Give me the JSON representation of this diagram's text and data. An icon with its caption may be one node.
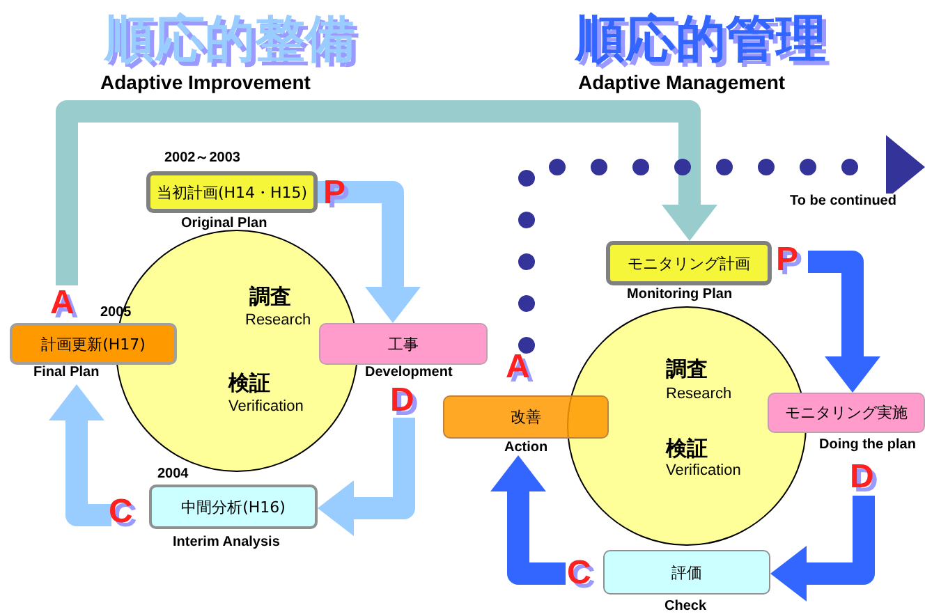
{
  "diagram": {
    "nodes": [
      {
        "text": [
          "調査",
          "Research",
          "検証",
          "Verification"
        ]
      },
      {
        "text": [
          "当初計画(H14・H15)"
        ],
        "beside": [
          "2002～2003",
          "Original Plan",
          "P"
        ]
      },
      {
        "text": [
          "工事"
        ],
        "beside": [
          "Development",
          "D"
        ]
      },
      {
        "text": [
          "中間分析(H16)"
        ],
        "beside": [
          "2004",
          "Interim Analysis",
          "C"
        ]
      },
      {
        "text": [
          "計画更新(H17)"
        ],
        "beside": [
          "2005",
          "Final Plan",
          "A"
        ]
      },
      {
        "text": [
          "調査",
          "Research",
          "検証",
          "Verification"
        ]
      },
      {
        "text": [
          "モニタリング計画"
        ],
        "beside": [
          "Monitoring Plan",
          "P"
        ]
      },
      {
        "text": [
          "モニタリング実施"
        ],
        "beside": [
          "Doing the plan",
          "D"
        ]
      },
      {
        "text": [
          "評価"
        ],
        "beside": [
          "Check",
          "C"
        ]
      },
      {
        "text": [
          "改善"
        ],
        "beside": [
          "Action",
          "A"
        ]
      }
    ],
    "edges": [
      {
        "from": 1,
        "to": 2,
        "arrow": "to",
        "color": "#99ccff"
      },
      {
        "from": 2,
        "to": 3,
        "arrow": "to",
        "color": "#99ccff"
      },
      {
        "from": 3,
        "to": 4,
        "arrow": "to",
        "color": "#99ccff"
      },
      {
        "from": 4,
        "to": 6,
        "arrow": "to",
        "color": "#99cccc"
      },
      {
        "from": 6,
        "to": 7,
        "arrow": "to",
        "color": "#3366ff"
      },
      {
        "from": 7,
        "to": 8,
        "arrow": "to",
        "color": "#3366ff"
      },
      {
        "from": 8,
        "to": 9,
        "arrow": "to",
        "color": "#3366ff"
      },
      {
        "from": 9,
        "to": null,
        "arrow": "to",
        "style": "dashed",
        "color": "#333399",
        "label": "To be continued"
      }
    ],
    "labels": [
      "順応的整備",
      "Adaptive Improvement",
      "順応的管理",
      "Adaptive Management"
    ]
  }
}
